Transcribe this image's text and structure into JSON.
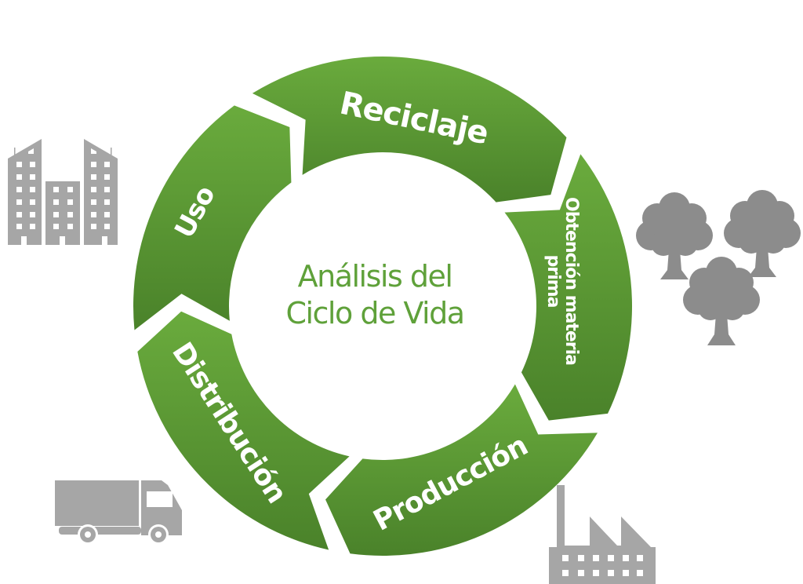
{
  "diagram": {
    "title_lines": [
      "Análisis del",
      "Ciclo de Vida"
    ],
    "colors": {
      "ring_light": "#6aab3d",
      "ring_dark": "#4a822a",
      "title": "#5fa13a",
      "icon_gray": "#a6a6a6",
      "tree_gray": "#8c8c8c",
      "label": "#ffffff"
    },
    "stages": [
      {
        "id": "reciclaje",
        "label_lines": [
          "Reciclaje"
        ]
      },
      {
        "id": "obtencion",
        "label_lines": [
          "Obtención materia",
          "prima"
        ]
      },
      {
        "id": "produccion",
        "label_lines": [
          "Producción"
        ]
      },
      {
        "id": "distribucion",
        "label_lines": [
          "Distribución"
        ]
      },
      {
        "id": "uso",
        "label_lines": [
          "Uso"
        ]
      }
    ],
    "icons": [
      {
        "name": "buildings-icon",
        "stage": "uso"
      },
      {
        "name": "trees-icon",
        "stage": "obtencion"
      },
      {
        "name": "factory-icon",
        "stage": "produccion"
      },
      {
        "name": "truck-icon",
        "stage": "distribucion"
      }
    ]
  }
}
